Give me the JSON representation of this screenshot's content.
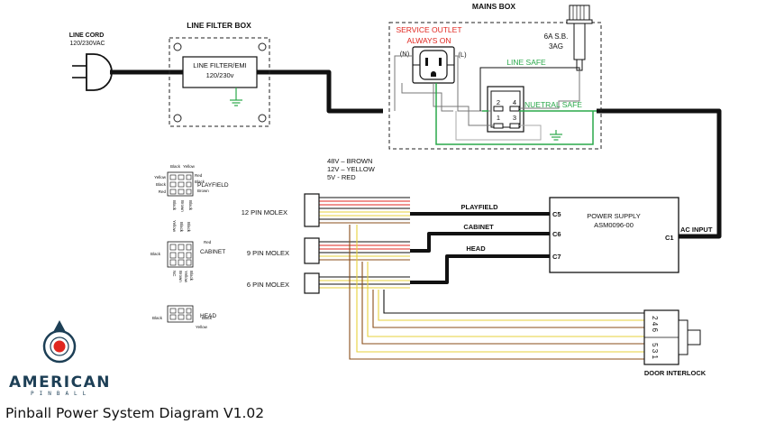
{
  "title": "Pinball Power System Diagram V1.02",
  "brand": {
    "name": "AMERICAN",
    "sub": "PINBALL"
  },
  "line_cord": {
    "label1": "LINE CORD",
    "label2": "120/230VAC"
  },
  "line_filter_box": {
    "title": "LINE FILTER BOX",
    "inner1": "LINE FILTER/EMI",
    "inner2": "120/230v"
  },
  "mains_box": {
    "title": "MAINS BOX",
    "outlet1": "SERVICE OUTLET",
    "outlet2": "ALWAYS ON",
    "n": "(N)",
    "l": "(L)",
    "fuse1": "6A S.B.",
    "fuse2": "3AG",
    "line_safe": "LINE SAFE",
    "neutral_safe": "NUETRAL SAFE",
    "switch_pins": [
      "2",
      "4",
      "1",
      "3"
    ]
  },
  "wire_colors": {
    "v48": "48V – BROWN",
    "v12": "12V – YELLOW",
    "v5": "5V - RED"
  },
  "molex": [
    "12 PIN MOLEX",
    "9 PIN MOLEX",
    "6 PIN MOLEX"
  ],
  "connectors": {
    "playfield": "PLAYFIELD",
    "cabinet": "CABINET",
    "head": "HEAD",
    "pf_top": [
      "Black",
      "Yellow"
    ],
    "pf_rows": [
      [
        "Yellow",
        "Red"
      ],
      [
        "Black",
        "Black"
      ],
      [
        "Red",
        "Brown"
      ]
    ],
    "pf_bottom": [
      "Black",
      "Brown",
      "Black"
    ],
    "cab_top": [
      "Yellow",
      "Black",
      "Black"
    ],
    "cab_mid": [
      "Red",
      "Black"
    ],
    "cab_bottom": [
      "NC",
      "Brown",
      "Yellow",
      "Black"
    ],
    "head_labels": [
      "Black",
      "Black",
      "Yellow"
    ]
  },
  "power_supply": {
    "label1": "POWER SUPPLY",
    "label2": "ASM0096-00",
    "c5": "C5",
    "c6": "C6",
    "c7": "C7",
    "c1": "C1",
    "ac_input": "AC INPUT"
  },
  "cable_labels": {
    "playfield": "PLAYFIELD",
    "cabinet": "CABINET",
    "head": "HEAD"
  },
  "interlock": {
    "label": "DOOR INTERLOCK",
    "pins_top": "2 4 6",
    "pins_bottom": "5 3 1"
  },
  "colors": {
    "line": "#111111",
    "red": "#e0261f",
    "green": "#2aa84a",
    "yellow": "#e7d13b",
    "brown": "#8a4d18",
    "navy": "#1d3f56"
  }
}
